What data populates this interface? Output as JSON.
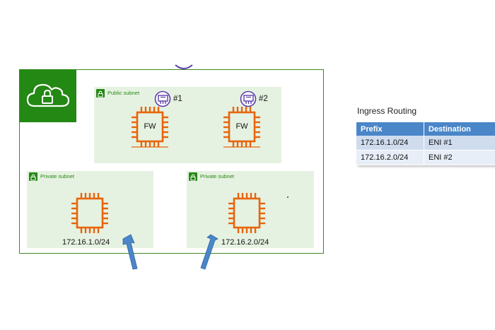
{
  "diagram": {
    "public_subnet": {
      "label": "Public subnet",
      "firewalls": [
        {
          "chip_label": "FW",
          "eni_label": "#1"
        },
        {
          "chip_label": "FW",
          "eni_label": "#2"
        }
      ]
    },
    "private_subnets": [
      {
        "label": "Private subnet",
        "cidr": "172.16.1.0/24"
      },
      {
        "label": "Private subnet",
        "cidr": "172.16.2.0/24"
      }
    ],
    "colors": {
      "vpc_green": "#248814",
      "subnet_fill": "#e6f2e1",
      "chip_orange": "#e8640c",
      "eni_purple": "#5a3ea8",
      "arrow_blue": "#4a86c8"
    }
  },
  "ingress_routing": {
    "title": "Ingress Routing",
    "headers": [
      "Prefix",
      "Destination"
    ],
    "rows": [
      [
        "172.16.1.0/24",
        "ENI #1"
      ],
      [
        "172.16.2.0/24",
        "ENI #2"
      ]
    ]
  }
}
